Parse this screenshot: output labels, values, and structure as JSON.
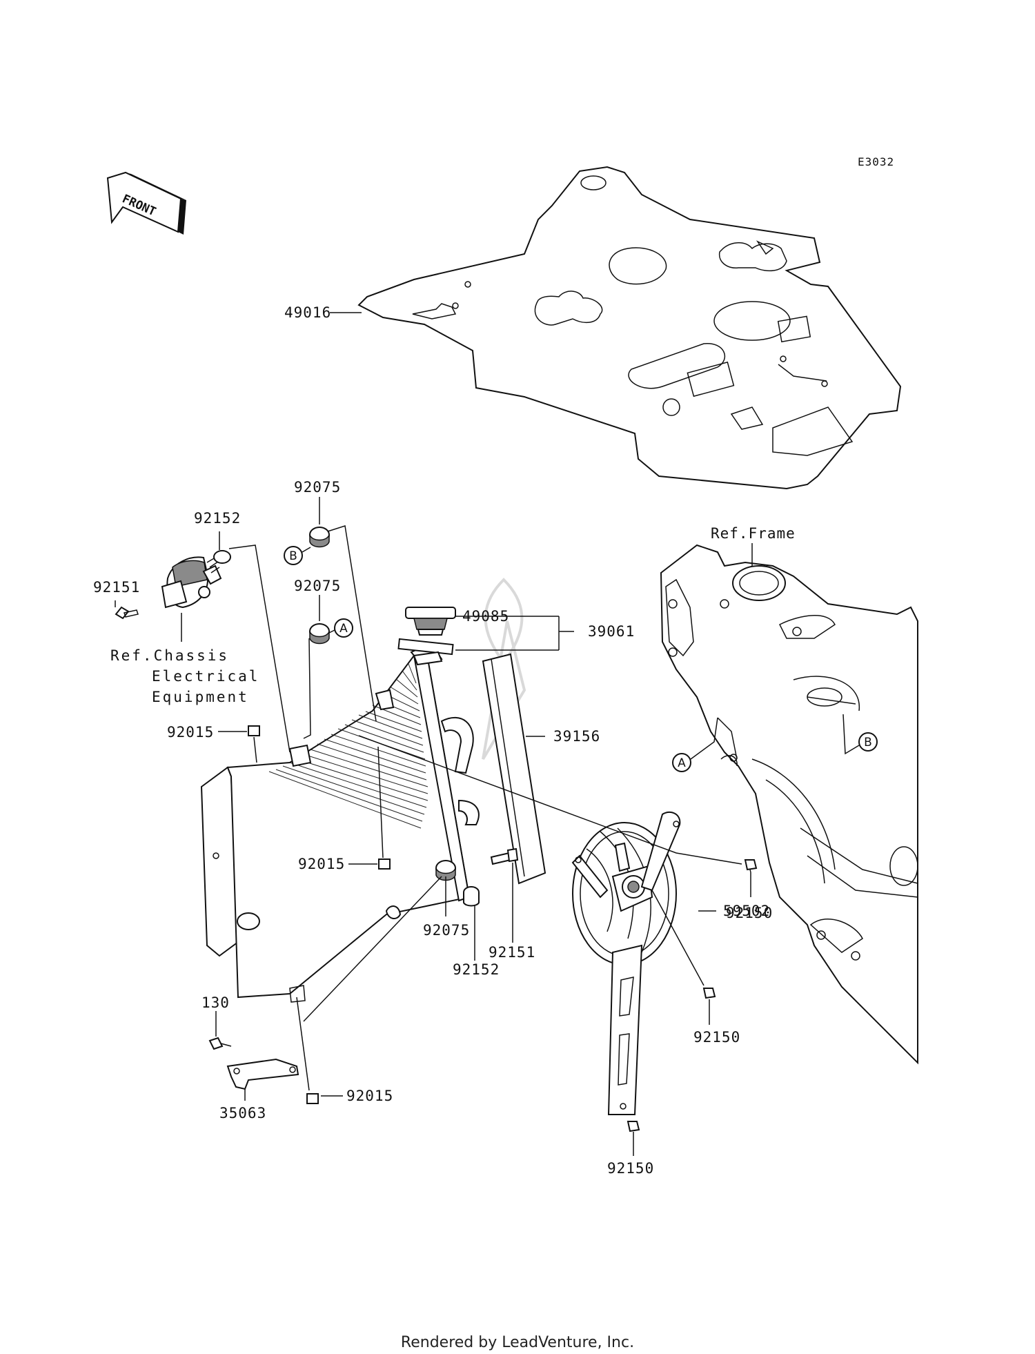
{
  "diagram_code": "E3032",
  "direction_label": "FRONT",
  "footer_text": "Rendered by LeadVenture, Inc.",
  "parts": {
    "p49016": "49016",
    "p92075_top": "92075",
    "p92152_top": "92152",
    "p92151_top": "92151",
    "p92075_mid": "92075",
    "p49085": "49085",
    "p39061": "39061",
    "p39156": "39156",
    "p92015_top": "92015",
    "p92015_mid": "92015",
    "p92015_bottom": "92015",
    "p92151_low": "92151",
    "p92152_low": "92152",
    "p92075_low": "92075",
    "p59502": "59502",
    "p92150_a": "92150",
    "p92150_b": "92150",
    "p92150_c": "92150",
    "p130": "130",
    "p35063": "35063"
  },
  "refs": {
    "chassis_line1": "Ref.Chassis",
    "chassis_line2": "Electrical",
    "chassis_line3": "Equipment",
    "frame": "Ref.Frame"
  },
  "markers": {
    "a": "A",
    "b": "B"
  }
}
